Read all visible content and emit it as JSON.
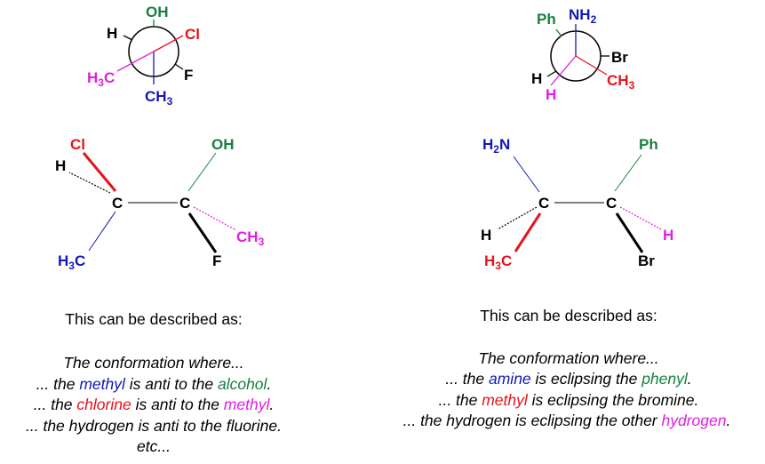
{
  "colors": {
    "black": "#000000",
    "green": "#17803e",
    "red": "#e4141d",
    "magenta": "#e11ee3",
    "blue": "#1418b4"
  },
  "left": {
    "newman": {
      "oh": "OH",
      "h": "H",
      "cl": "Cl",
      "h3c": [
        "H",
        "3",
        "C"
      ],
      "f": "F",
      "ch3": [
        "CH",
        "3"
      ]
    },
    "sawhorse": {
      "cl": "Cl",
      "oh": "OH",
      "h": "H",
      "c1": "C",
      "c2": "C",
      "ch3": [
        "CH",
        "3"
      ],
      "h3c": [
        "H",
        "3",
        "C"
      ],
      "f": "F"
    },
    "heading": "This can be described as:",
    "intro": "The conformation where...",
    "line1": [
      "... the ",
      "methyl",
      " is anti to the ",
      "alcohol",
      "."
    ],
    "line2": [
      "... the ",
      "chlorine",
      " is anti to the ",
      "methyl",
      "."
    ],
    "line3": "... the hydrogen is anti to the fluorine.",
    "line4": "etc..."
  },
  "right": {
    "newman": {
      "ph": "Ph",
      "nh2": [
        "NH",
        "2"
      ],
      "br": "Br",
      "h_black": "H",
      "h_pink": "H",
      "ch3": [
        "CH",
        "3"
      ]
    },
    "sawhorse": {
      "h2n": [
        "H",
        "2",
        "N"
      ],
      "ph": "Ph",
      "c1": "C",
      "c2": "C",
      "h_black": "H",
      "h_pink": "H",
      "h3c": [
        "H",
        "3",
        "C"
      ],
      "br": "Br"
    },
    "heading": "This can be described as:",
    "intro": "The conformation where...",
    "line1": [
      "... the ",
      "amine",
      " is eclipsing the ",
      "phenyl",
      "."
    ],
    "line2": [
      "... the ",
      "methyl",
      " is eclipsing the bromine."
    ],
    "line3": [
      "... the hydrogen is eclipsing the other ",
      "hydrogen",
      "."
    ]
  }
}
